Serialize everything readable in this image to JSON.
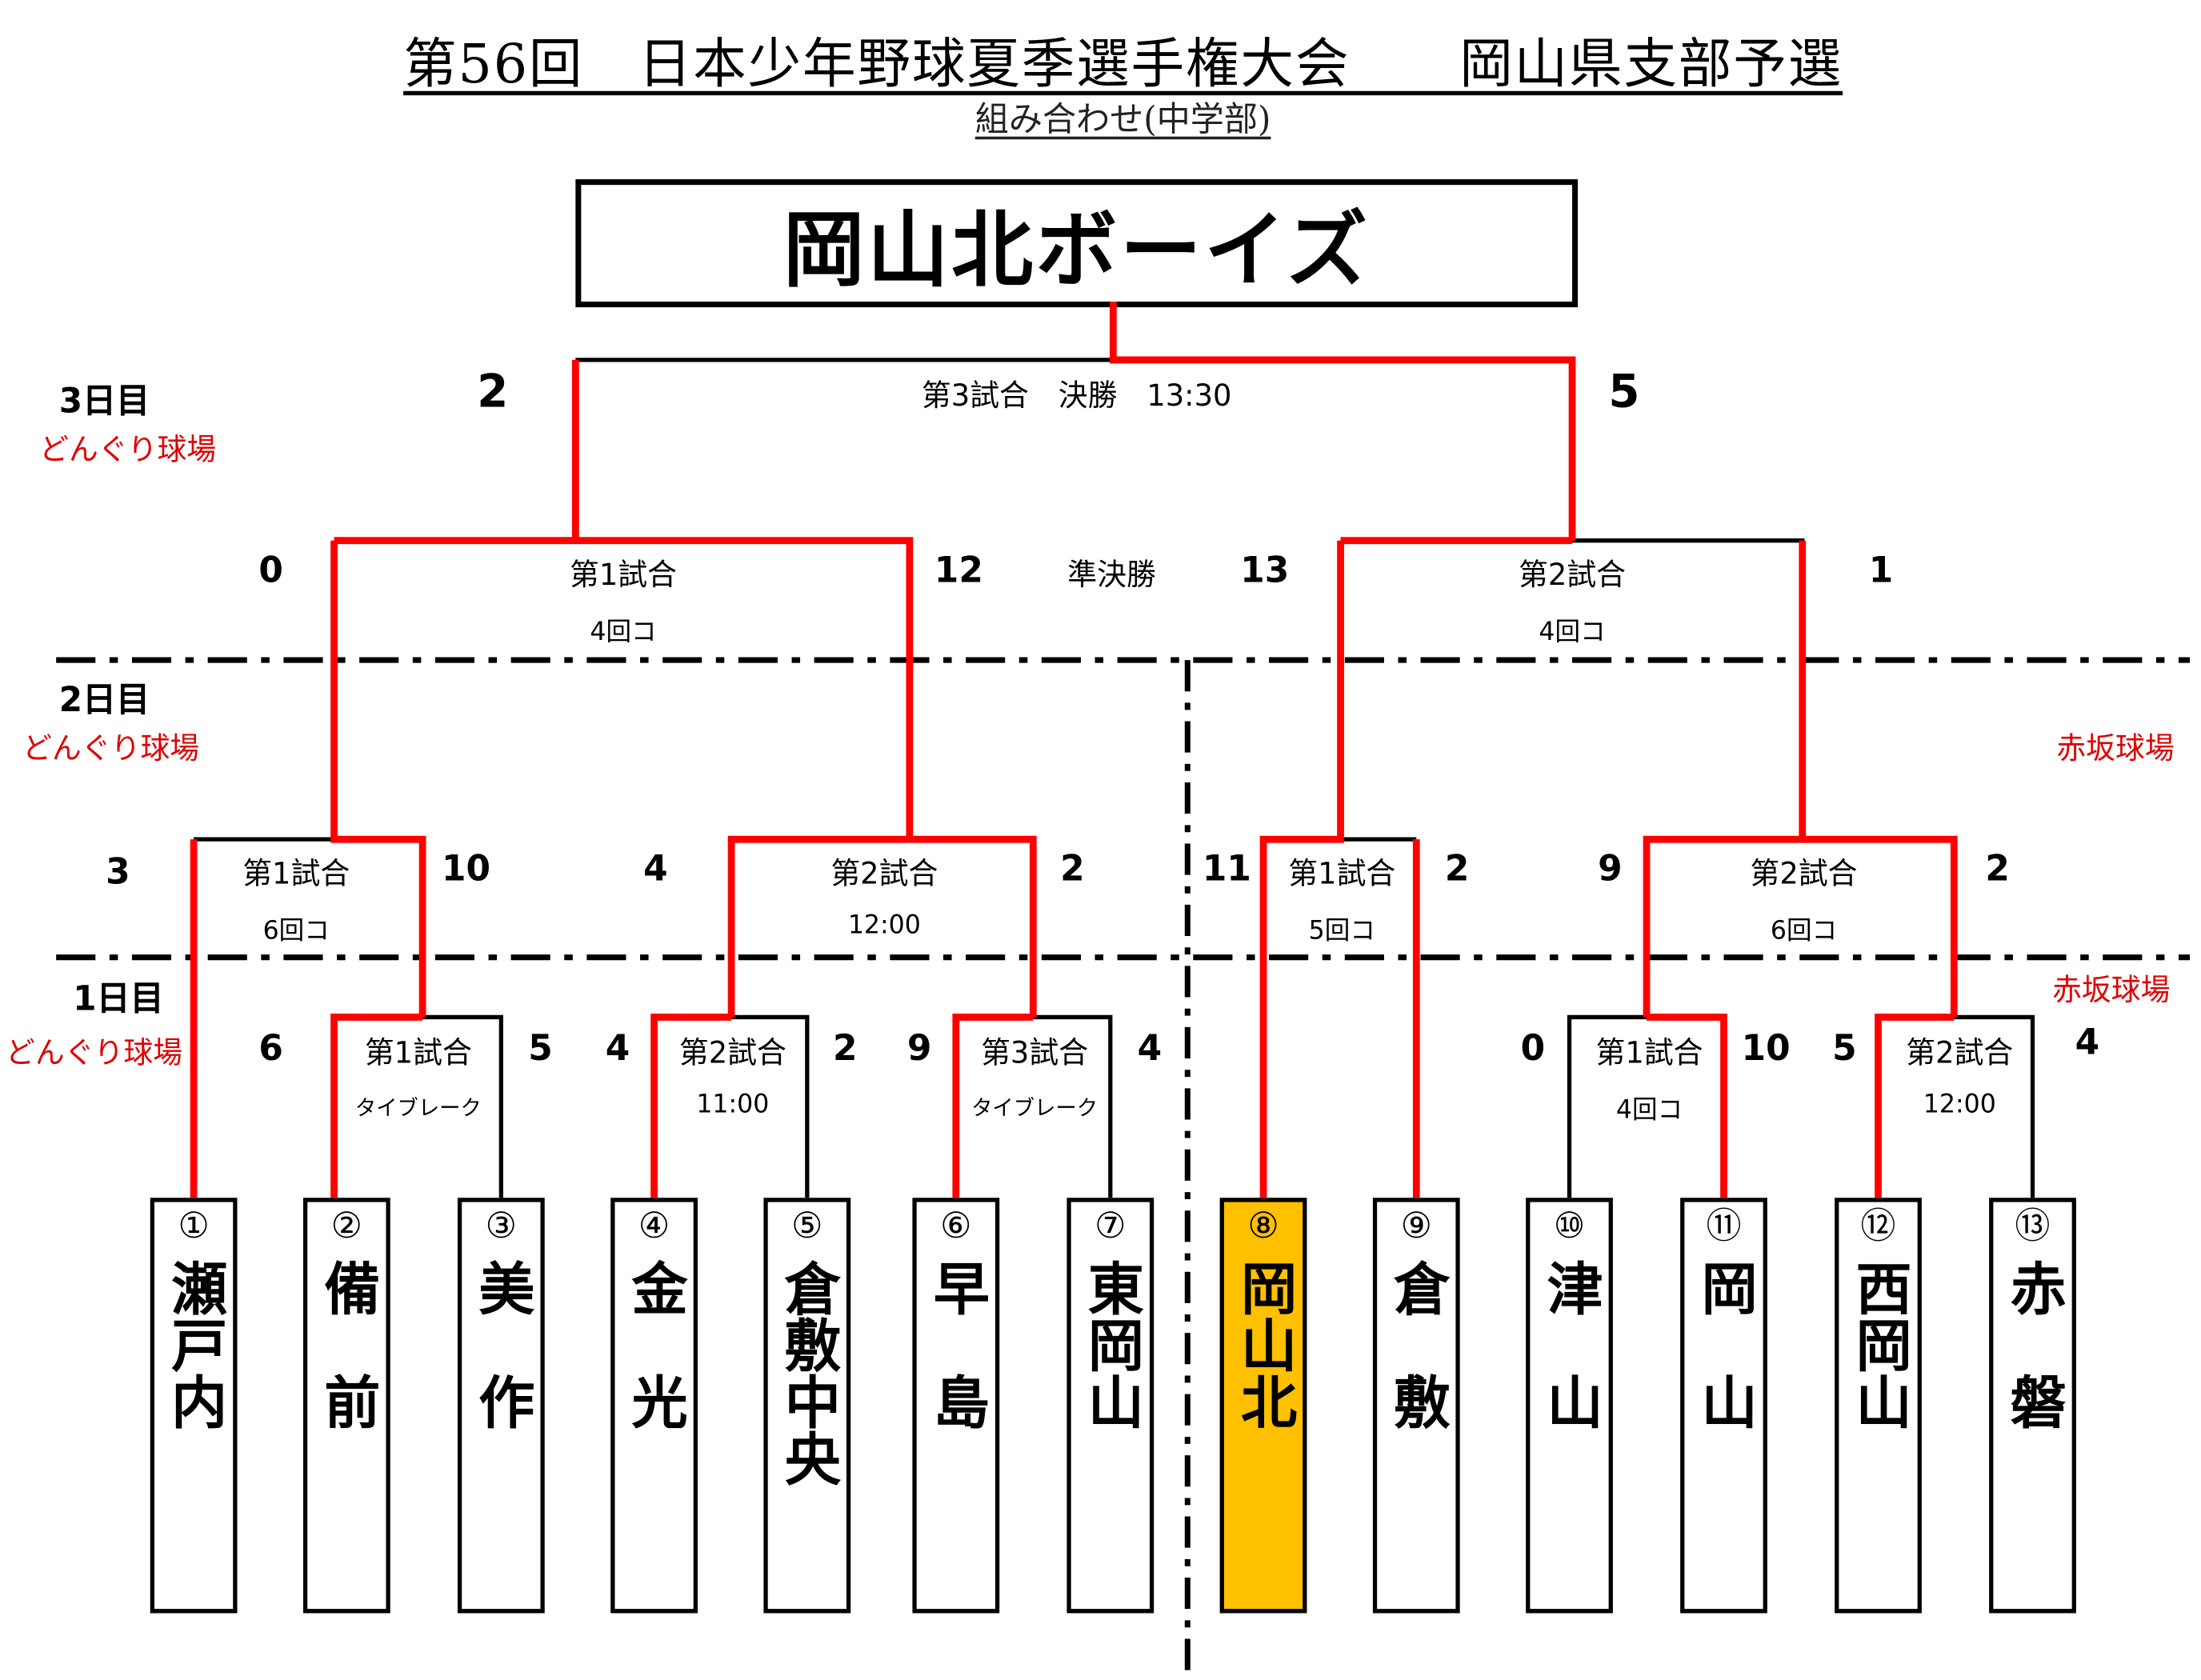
{
  "title": "第56回　日本少年野球夏季選手権大会　　岡山県支部予選",
  "subtitle": "組み合わせ(中学部)",
  "champion": "岡山北ボーイズ",
  "colors": {
    "winner_line": "#ff0000",
    "loser_line": "#000000",
    "highlight": "#ffc000",
    "venue_text": "#e00000"
  },
  "days": [
    {
      "label": "3日目",
      "venue": "どんぐり球場"
    },
    {
      "label": "2日目",
      "venue_left": "どんぐり球場",
      "venue_right": "赤坂球場"
    },
    {
      "label": "1日目",
      "venue_left": "どんぐり球場",
      "venue_right": "赤坂球場"
    }
  ],
  "final": {
    "label": "第3試合　決勝　13:30",
    "score_left": "2",
    "score_right": "5"
  },
  "semifinals": {
    "round_label": "準決勝",
    "left": {
      "label": "第1試合",
      "note": "4回コ",
      "score_left": "0",
      "score_right": "12"
    },
    "right": {
      "label": "第2試合",
      "note": "4回コ",
      "score_left": "13",
      "score_right": "1"
    }
  },
  "day2_matches": [
    {
      "label": "第1試合",
      "note": "6回コ",
      "score_left": "3",
      "score_right": "10"
    },
    {
      "label": "第2試合",
      "note": "12:00",
      "score_left": "4",
      "score_right": "2"
    },
    {
      "label": "第1試合",
      "note": "5回コ",
      "score_left": "11",
      "score_right": "2"
    },
    {
      "label": "第2試合",
      "note": "6回コ",
      "score_left": "9",
      "score_right": "2"
    }
  ],
  "day1_matches": [
    {
      "label": "第1試合",
      "note": "タイブレーク",
      "score_left": "6",
      "score_right": "5"
    },
    {
      "label": "第2試合",
      "note": "11:00",
      "score_left": "4",
      "score_right": "2"
    },
    {
      "label": "第3試合",
      "note": "タイブレーク",
      "score_left": "9",
      "score_right": "4"
    },
    {
      "label": "第1試合",
      "note": "4回コ",
      "score_left": "0",
      "score_right": "10"
    },
    {
      "label": "第2試合",
      "note": "12:00",
      "score_left": "5",
      "score_right": "4"
    }
  ],
  "teams": [
    {
      "num": "①",
      "name": "瀬戸内"
    },
    {
      "num": "②",
      "name": "備　前"
    },
    {
      "num": "③",
      "name": "美　作"
    },
    {
      "num": "④",
      "name": "金　光"
    },
    {
      "num": "⑤",
      "name": "倉敷中央"
    },
    {
      "num": "⑥",
      "name": "早　島"
    },
    {
      "num": "⑦",
      "name": "東岡山"
    },
    {
      "num": "⑧",
      "name": "岡山北",
      "highlight": true
    },
    {
      "num": "⑨",
      "name": "倉　敷"
    },
    {
      "num": "⑩",
      "name": "津　山"
    },
    {
      "num": "⑪",
      "name": "岡　山"
    },
    {
      "num": "⑫",
      "name": "西岡山"
    },
    {
      "num": "⑬",
      "name": "赤　磐"
    }
  ]
}
